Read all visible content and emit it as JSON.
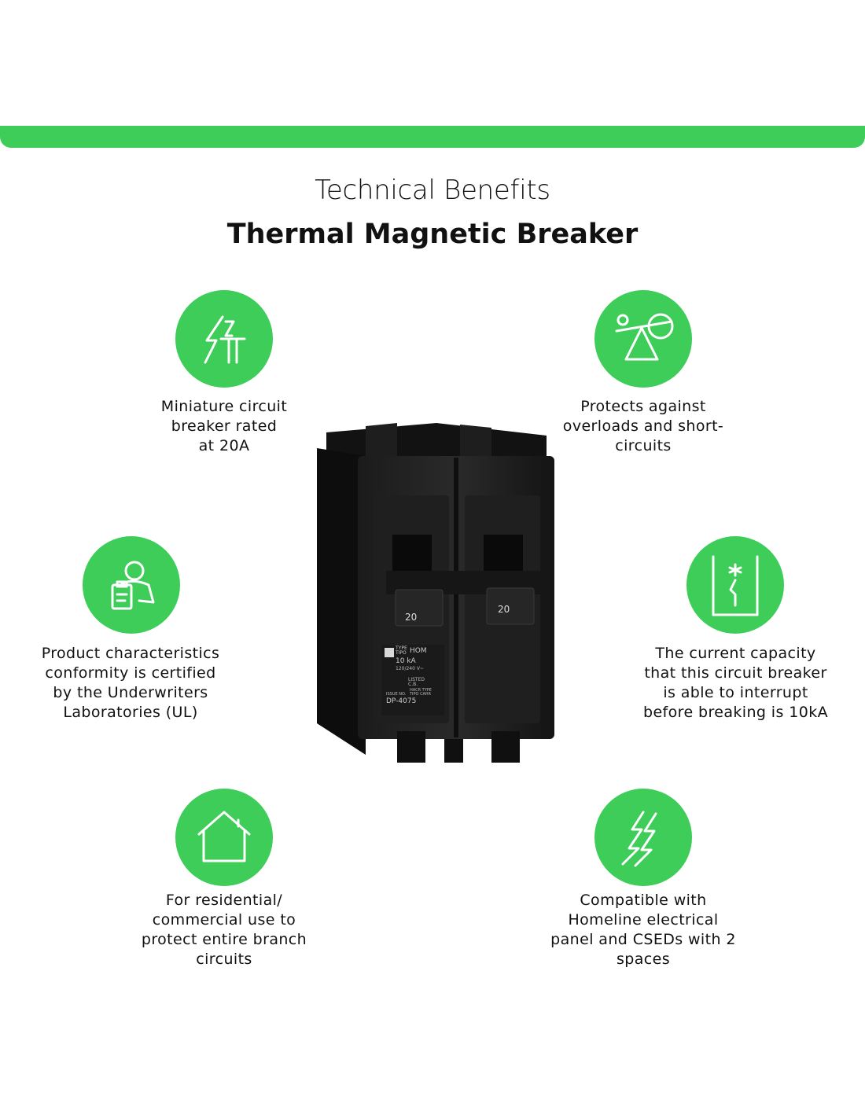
{
  "header": {
    "title": "Technical Benefits",
    "subtitle": "Thermal Magnetic Breaker"
  },
  "accent_color": "#3dcd58",
  "features": [
    {
      "icon": "lightning-tower-icon",
      "text": "Miniature circuit\nbreaker rated\nat 20A"
    },
    {
      "icon": "balance-seesaw-icon",
      "text": "Protects against\noverloads and short-\ncircuits"
    },
    {
      "icon": "certified-person-icon",
      "text": "Product characteristics\nconformity is certified\nby the Underwriters\nLaboratories (UL)"
    },
    {
      "icon": "breaker-switch-icon",
      "text": "The current capacity\nthat this circuit breaker\nis able to interrupt\nbefore breaking is 10kA"
    },
    {
      "icon": "house-icon",
      "text": "For residential/\ncommercial use to\nprotect entire branch\ncircuits"
    },
    {
      "icon": "double-lightning-icon",
      "text": "Compatible with\nHomeline electrical\npanel and CSEDs with 2\nspaces"
    }
  ],
  "product": {
    "handle_left_label": "20",
    "handle_right_label": "20",
    "type_label": "TYPE\nTIPO",
    "type_value": "HOM",
    "rating": "10 kA",
    "voltage": "120/240 V~",
    "listed": "LISTED\nC.B.",
    "model": "DP-4075",
    "issue_label": "ISSUE NO.",
    "hacr": "HACR TYPE\nTIPO CARR"
  }
}
